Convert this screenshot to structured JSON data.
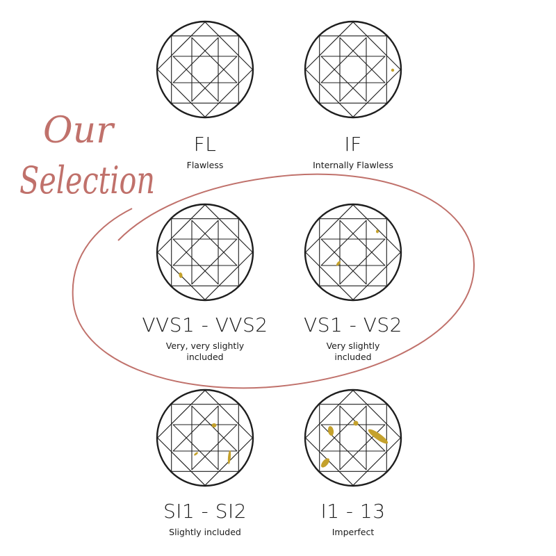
{
  "annotation": {
    "text_line1": "Our",
    "text_line2": "Selection",
    "color": "#c0716b"
  },
  "colors": {
    "outline": "#1e1e1e",
    "inclusion": "#c4a12c"
  },
  "grades": [
    {
      "title": "FL",
      "subtitle": "Flawless",
      "selected": false
    },
    {
      "title": "IF",
      "subtitle": "Internally Flawless",
      "selected": false
    },
    {
      "title": "VVS1 - VVS2",
      "subtitle": "Very, very slightly included",
      "subtitle_line1": "Very, very slightly",
      "subtitle_line2": "included",
      "selected": true
    },
    {
      "title": "VS1 - VS2",
      "subtitle_line1": "Very slightly",
      "subtitle_line2": "included",
      "selected": true
    },
    {
      "title": "SI1 - SI2",
      "subtitle": "Slightly included",
      "selected": false
    },
    {
      "title": "I1 - 13",
      "subtitle": "Imperfect",
      "selected": false
    }
  ]
}
